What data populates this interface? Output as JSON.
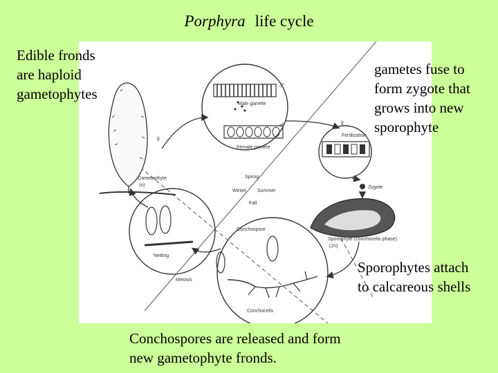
{
  "title": {
    "species": "Porphyra",
    "rest": "life cycle"
  },
  "captions": {
    "edible": [
      "Edible fronds",
      "are haploid",
      "gametophytes"
    ],
    "gametes": [
      "gametes fuse to",
      "form zygote that",
      "grows into new",
      "sporophyte"
    ],
    "sporophytes": [
      "Sporophytes attach",
      "to calcareous shells"
    ],
    "conchospores": [
      "Conchospores are released and form",
      "new gametophyte fronds."
    ]
  },
  "diagram_labels": {
    "male_gamete": "Male gamete",
    "female_gamete": "Female gamete",
    "fertilization": "Fertilization",
    "zygote": "Zygote",
    "sporophyte": "Sporophyte (conchocelis phase)",
    "sporophyte_ploidy": "(2n)",
    "gametophyte": "Gametophyte",
    "gametophyte_ploidy": "(n)",
    "spring": "Spring",
    "winter": "Winter",
    "summer": "Summer",
    "fall": "Fall",
    "conchospore": "Conchospore",
    "meiosis": "Meiosis",
    "conchocelis": "Conchocelis",
    "netting": "Netting",
    "male_symbol": "♂",
    "female_symbol": "♀"
  },
  "colors": {
    "background": "#ccff99",
    "panel": "#ffffff",
    "ink": "#333333"
  }
}
